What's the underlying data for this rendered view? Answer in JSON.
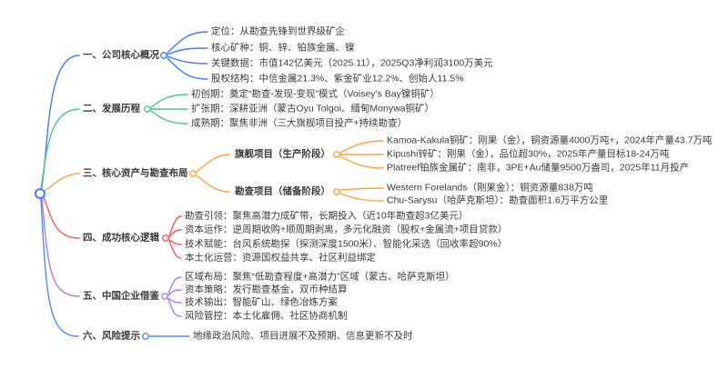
{
  "colors": {
    "branch1": "#3E7EF4",
    "branch2": "#4EC57E",
    "branch3": "#FBA43F",
    "branch4": "#F25A5C",
    "branch5": "#A97DE9",
    "branch6": "#4B8DF7",
    "text": "#3A3A3A",
    "background": "#FFFFFF"
  },
  "mindmap": {
    "branches": [
      {
        "label": "一、公司核心概况",
        "children": [
          {
            "text": "定位：从勘查先锋到世界级矿企"
          },
          {
            "text": "核心矿种：铜、锌、铂族金属、镍"
          },
          {
            "text": "关键数据：市值142亿美元（2025.11），2025Q3净利润3100万美元"
          },
          {
            "text": "股权结构：中信金属21.3%、紫金矿业12.2%、创始人11.5%"
          }
        ]
      },
      {
        "label": "二、发展历程",
        "children": [
          {
            "text": "初创期：奠定“勘查-发现-变现”模式（Voisey’s Bay镍铜矿）"
          },
          {
            "text": "扩张期：深耕亚洲（蒙古Oyu Tolgoi、缅甸Monywa铜矿）"
          },
          {
            "text": "成熟期：聚焦非洲（三大旗舰项目投产+持续勘查）"
          }
        ]
      },
      {
        "label": "三、核心资产与勘查布局",
        "children": [
          {
            "label": "旗舰项目（生产阶段）",
            "children": [
              {
                "text": "Kamoa-Kakula铜矿：刚果（金），铜资源量4000万吨+，2024年产量43.7万吨"
              },
              {
                "text": "Kipushi锌矿：刚果（金），品位超30%，2025年产量目标18-24万吨"
              },
              {
                "text": "Platreef铂族金属矿：南非，3PE+Au储量9500万盎司，2025年11月投产"
              }
            ]
          },
          {
            "label": "勘查项目（储备阶段）",
            "children": [
              {
                "text": "Western Forelands（刚果金）：铜资源量838万吨"
              },
              {
                "text": "Chu-Sarysu（哈萨克斯坦）：勘查面积1.6万平方公里"
              }
            ]
          }
        ]
      },
      {
        "label": "四、成功核心逻辑",
        "children": [
          {
            "text": "勘查引领：聚焦高潜力成矿带，长期投入（近10年勘查超3亿美元）"
          },
          {
            "text": "资本运作：逆周期收购+顺周期剥离，多元化融资（股权+金属流+项目贷款）"
          },
          {
            "text": "技术赋能：台风系统勘探（探测深度1500米）、智能化采选（回收率超90%）"
          },
          {
            "text": "本土化运营：资源国权益共享、社区利益绑定"
          }
        ]
      },
      {
        "label": "五、中国企业借鉴",
        "children": [
          {
            "text": "区域布局：聚焦“低勘查程度+高潜力”区域（蒙古、哈萨克斯坦）"
          },
          {
            "text": "资本策略：发行勘查基金，双币种结算"
          },
          {
            "text": "技术输出：智能矿山、绿色冶炼方案"
          },
          {
            "text": "风险管控：本土化雇佣、社区协商机制"
          }
        ]
      },
      {
        "label": "六、风险提示",
        "children": [
          {
            "text": "地缘政治风险、项目进展不及预期、信息更新不及时"
          }
        ]
      }
    ]
  }
}
